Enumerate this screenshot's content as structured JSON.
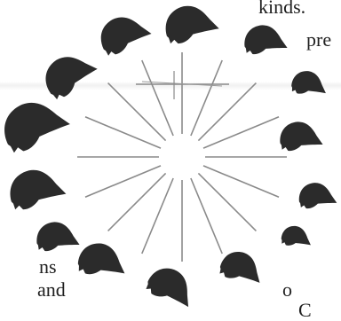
{
  "text_fragments": {
    "top_right": "kinds.",
    "right_upper": "pre",
    "left_lower_1": "ns",
    "left_lower_2": "and",
    "right_lower": "o",
    "bottom_right": "C"
  },
  "figure": {
    "subject": "finch beak silhouettes arranged in a circle",
    "spokes": 16,
    "ink_color": "#2b2b2b",
    "spoke_color": "#8a8a8a"
  }
}
